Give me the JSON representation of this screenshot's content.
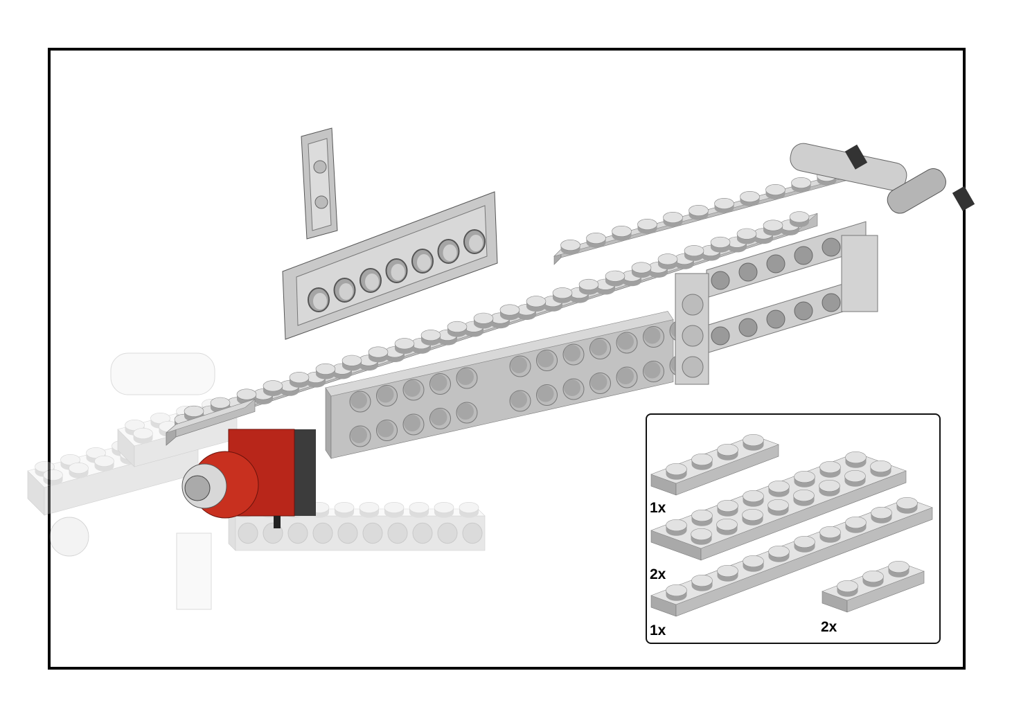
{
  "step": {
    "parts_list": [
      {
        "qty": "1x",
        "length": 4,
        "width": 1
      },
      {
        "qty": "2x",
        "length": 8,
        "width": 2
      },
      {
        "qty": "1x",
        "length": 10,
        "width": 1
      },
      {
        "qty": "2x",
        "length": 3,
        "width": 1
      }
    ]
  },
  "colors": {
    "part_gray": "#c9c9c9",
    "motor_red": "#b8261a",
    "frame": "#000000"
  }
}
